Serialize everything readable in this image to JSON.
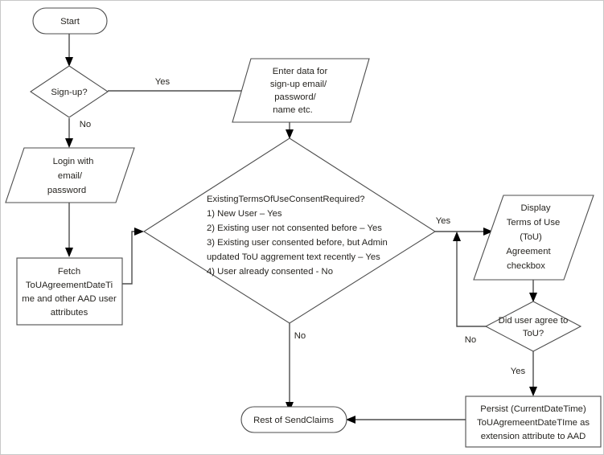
{
  "diagram": {
    "type": "flowchart",
    "title": "Terms of Use consent sign-up / login flow",
    "colors": {
      "background": "#ffffff",
      "shape_stroke": "#4d4d4d",
      "connector": "#4d4d4d",
      "arrowhead": "#000000",
      "text": "#262420",
      "page_border": "#c8c8c8"
    },
    "nodes": [
      {
        "id": "start",
        "shape": "terminator",
        "lines": [
          "Start"
        ]
      },
      {
        "id": "signup",
        "shape": "decision",
        "lines": [
          "Sign-up?"
        ]
      },
      {
        "id": "enter-data",
        "shape": "parallelogram",
        "lines": [
          "Enter data for",
          "sign-up email/",
          "password/",
          "name etc."
        ]
      },
      {
        "id": "login",
        "shape": "parallelogram",
        "lines": [
          "Login with",
          "email/",
          "password"
        ]
      },
      {
        "id": "fetch",
        "shape": "process",
        "lines": [
          "Fetch",
          "ToUAgreementDateTi",
          "me and other AAD user",
          "attributes"
        ]
      },
      {
        "id": "consent-required",
        "shape": "decision",
        "lines": [
          "ExistingTermsOfUseConsentRequired?",
          "1) New User – Yes",
          "2) Existing user not consented before – Yes",
          "3) Existing user consented before, but Admin",
          "updated ToU aggrement text recently – Yes",
          "4) User already consented - No"
        ]
      },
      {
        "id": "display-tou",
        "shape": "parallelogram",
        "lines": [
          "Display",
          "Terms of Use",
          "(ToU)",
          "Agreement",
          "checkbox"
        ]
      },
      {
        "id": "did-agree",
        "shape": "decision",
        "lines": [
          "Did user agree to",
          "ToU?"
        ]
      },
      {
        "id": "persist",
        "shape": "process",
        "lines": [
          "Persist (CurrentDateTime)",
          "ToUAgremeentDateTIme as",
          "extension attribute to AAD"
        ]
      },
      {
        "id": "rest-of-sendclaims",
        "shape": "terminator",
        "lines": [
          "Rest of SendClaims"
        ]
      }
    ],
    "edges": [
      {
        "id": "start-to-signup",
        "from": "start",
        "to": "signup",
        "label": ""
      },
      {
        "id": "signup-yes",
        "from": "signup",
        "to": "enter-data",
        "label": "Yes"
      },
      {
        "id": "signup-no",
        "from": "signup",
        "to": "login",
        "label": "No"
      },
      {
        "id": "enter-data-to-consent",
        "from": "enter-data",
        "to": "consent-required",
        "label": ""
      },
      {
        "id": "login-to-fetch",
        "from": "login",
        "to": "fetch",
        "label": ""
      },
      {
        "id": "fetch-to-consent",
        "from": "fetch",
        "to": "consent-required",
        "label": ""
      },
      {
        "id": "consent-yes",
        "from": "consent-required",
        "to": "display-tou",
        "label": "Yes"
      },
      {
        "id": "consent-no",
        "from": "consent-required",
        "to": "rest-of-sendclaims",
        "label": "No"
      },
      {
        "id": "display-to-did-agree",
        "from": "display-tou",
        "to": "did-agree",
        "label": ""
      },
      {
        "id": "did-agree-no",
        "from": "did-agree",
        "to": "display-tou",
        "label": "No"
      },
      {
        "id": "did-agree-yes",
        "from": "did-agree",
        "to": "persist",
        "label": "Yes"
      },
      {
        "id": "persist-to-rest",
        "from": "persist",
        "to": "rest-of-sendclaims",
        "label": ""
      }
    ]
  }
}
